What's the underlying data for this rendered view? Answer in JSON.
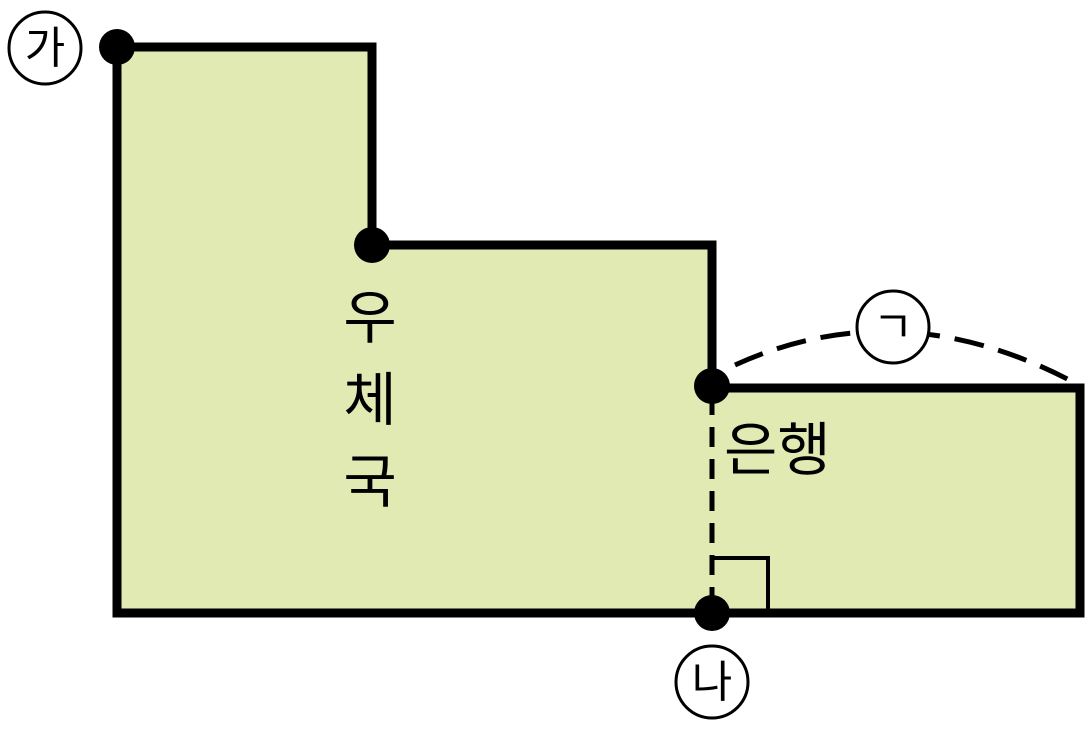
{
  "diagram": {
    "points": {
      "ga": "가",
      "na": "나",
      "giyeok": "ㄱ"
    },
    "places": {
      "post_office": [
        "우",
        "체",
        "국"
      ],
      "bank": "은행"
    },
    "colors": {
      "fill": "#e0eab2",
      "stroke": "#000000",
      "background": "#ffffff"
    }
  }
}
